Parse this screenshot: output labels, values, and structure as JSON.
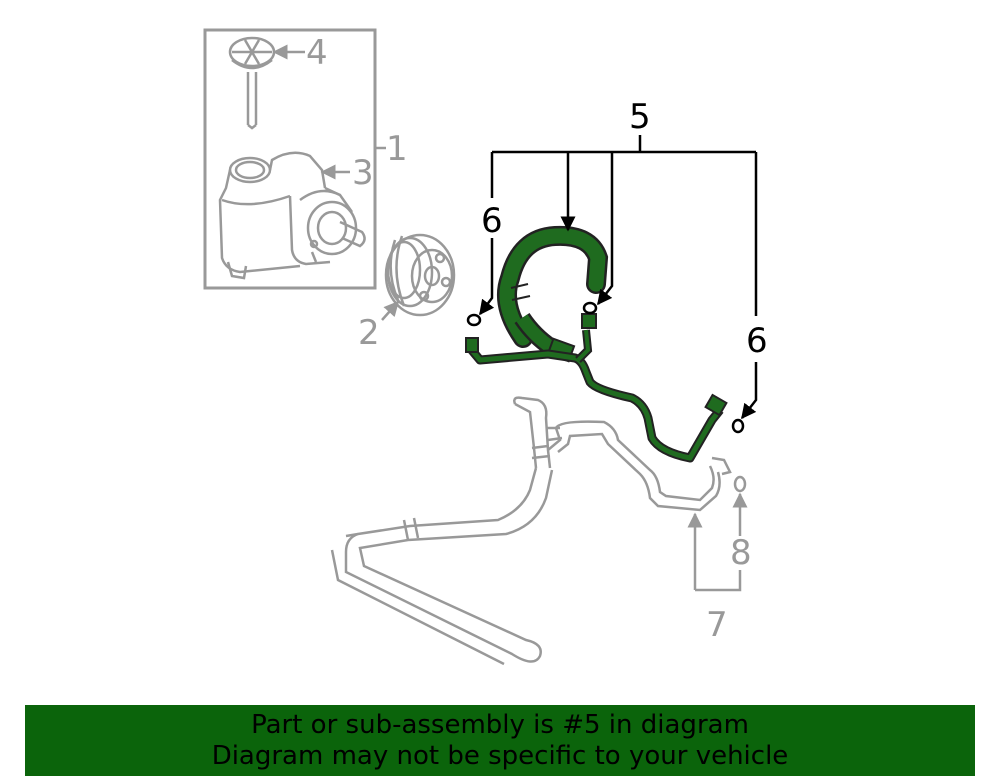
{
  "callouts": {
    "c1": "1",
    "c2": "2",
    "c3": "3",
    "c4": "4",
    "c5": "5",
    "c6a": "6",
    "c6b": "6",
    "c7": "7",
    "c8": "8"
  },
  "banner": {
    "line1": "Part or sub-assembly is #5 in diagram",
    "line2": "Diagram may not be specific to your vehicle"
  },
  "colors": {
    "highlight": "#1f6b1f",
    "banner_bg": "#0b640b",
    "gray_part": "#999999"
  }
}
